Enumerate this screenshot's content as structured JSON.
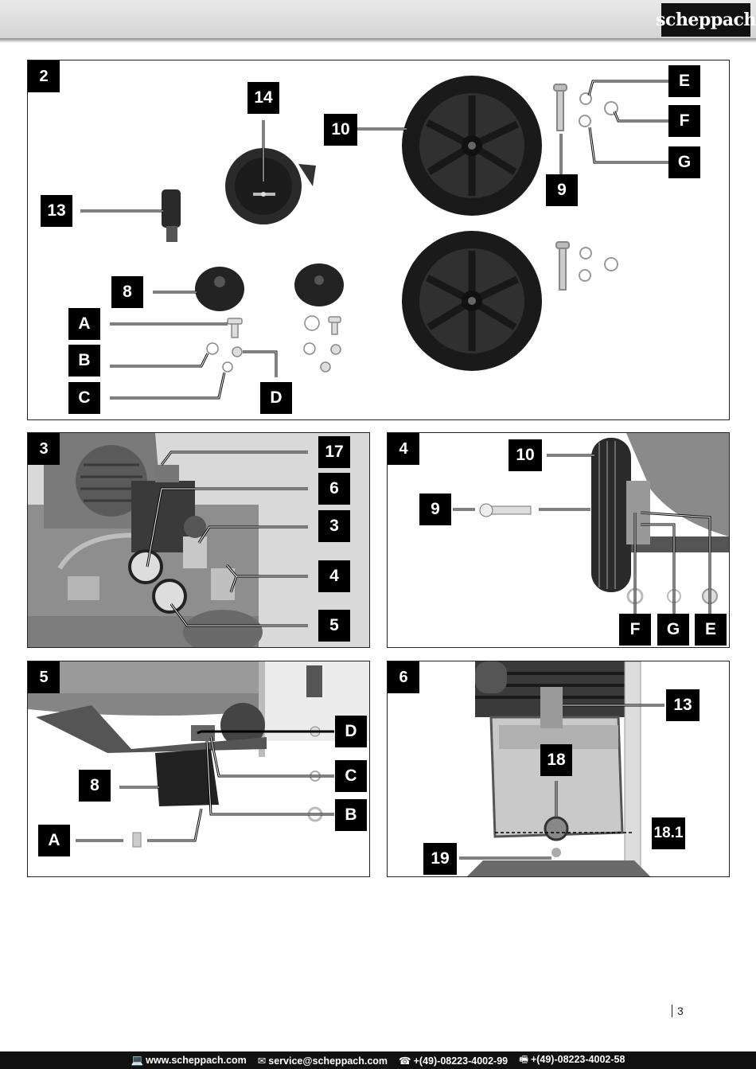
{
  "brand": "scheppach",
  "page_number": "3",
  "footer": {
    "web": "www.scheppach.com",
    "email": "service@scheppach.com",
    "phone": "+(49)-08223-4002-99",
    "fax": "+(49)-08223-4002-58"
  },
  "fig2": {
    "number": "2",
    "labels": {
      "l14": "14",
      "l10": "10",
      "lE": "E",
      "lF": "F",
      "lG": "G",
      "l9": "9",
      "l13": "13",
      "l8": "8",
      "lA": "A",
      "lB": "B",
      "lC": "C",
      "lD": "D"
    }
  },
  "fig3": {
    "number": "3",
    "labels": {
      "l17": "17",
      "l6": "6",
      "l3": "3",
      "l4": "4",
      "l5": "5"
    }
  },
  "fig4": {
    "number": "4",
    "labels": {
      "l10": "10",
      "l9": "9",
      "lF": "F",
      "lG": "G",
      "lE": "E"
    }
  },
  "fig5": {
    "number": "5",
    "labels": {
      "lD": "D",
      "lC": "C",
      "l8": "8",
      "lB": "B",
      "lA": "A"
    }
  },
  "fig6": {
    "number": "6",
    "labels": {
      "l13": "13",
      "l18": "18",
      "l181": "18.1",
      "l19": "19"
    }
  },
  "colors": {
    "tag_bg": "#000000",
    "tank_gray": "#8c8c8c"
  }
}
